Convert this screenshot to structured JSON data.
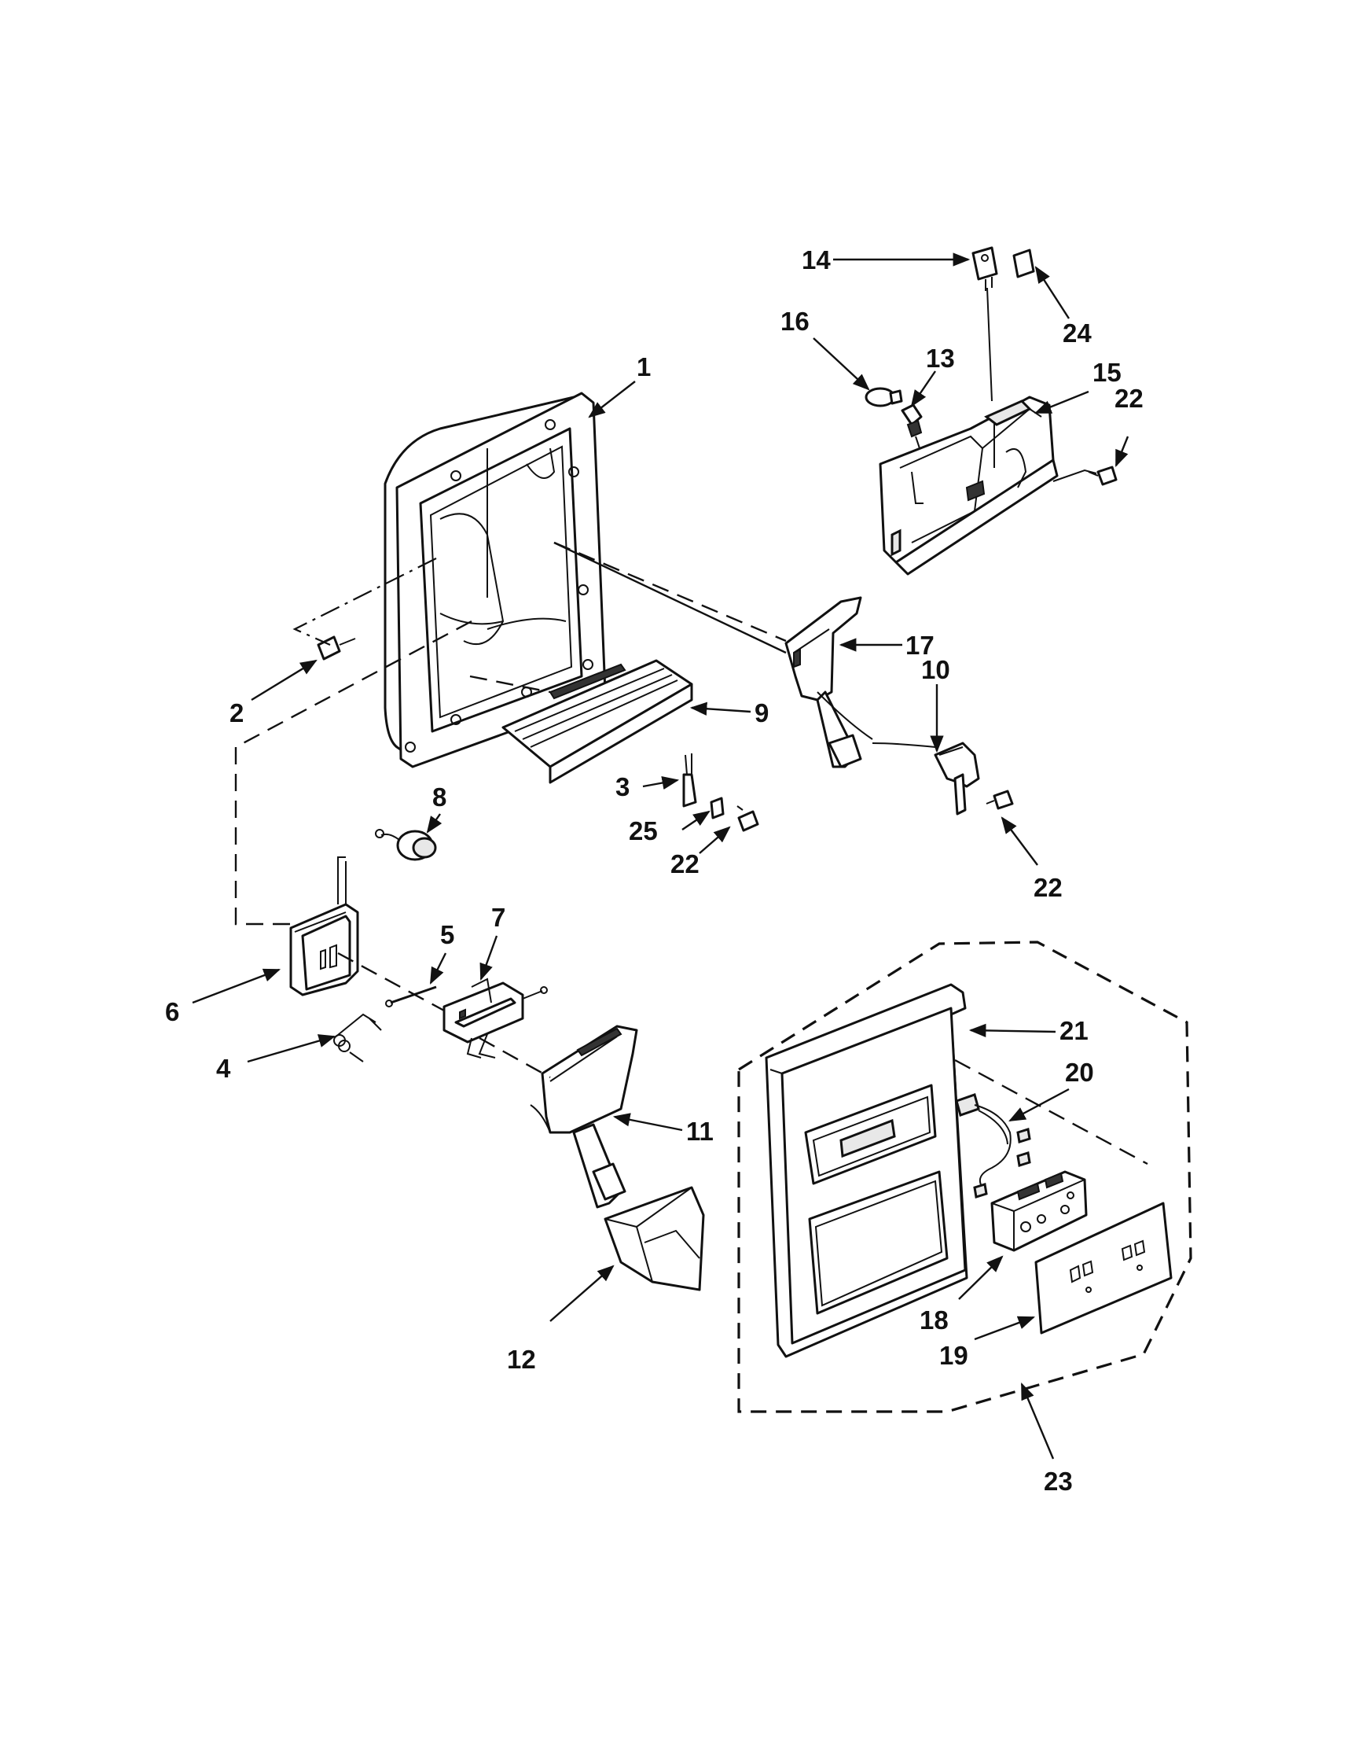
{
  "diagram": {
    "callouts": [
      {
        "id": "c1",
        "label": "1"
      },
      {
        "id": "c2",
        "label": "2"
      },
      {
        "id": "c3",
        "label": "3"
      },
      {
        "id": "c4",
        "label": "4"
      },
      {
        "id": "c5",
        "label": "5"
      },
      {
        "id": "c6",
        "label": "6"
      },
      {
        "id": "c7",
        "label": "7"
      },
      {
        "id": "c8",
        "label": "8"
      },
      {
        "id": "c9",
        "label": "9"
      },
      {
        "id": "c10",
        "label": "10"
      },
      {
        "id": "c11",
        "label": "11"
      },
      {
        "id": "c12",
        "label": "12"
      },
      {
        "id": "c13",
        "label": "13"
      },
      {
        "id": "c14",
        "label": "14"
      },
      {
        "id": "c15",
        "label": "15"
      },
      {
        "id": "c16",
        "label": "16"
      },
      {
        "id": "c17",
        "label": "17"
      },
      {
        "id": "c18",
        "label": "18"
      },
      {
        "id": "c19",
        "label": "19"
      },
      {
        "id": "c20",
        "label": "20"
      },
      {
        "id": "c21",
        "label": "21"
      },
      {
        "id": "c22a",
        "label": "22"
      },
      {
        "id": "c22b",
        "label": "22"
      },
      {
        "id": "c22c",
        "label": "22"
      },
      {
        "id": "c23",
        "label": "23"
      },
      {
        "id": "c24",
        "label": "24"
      },
      {
        "id": "c25",
        "label": "25"
      }
    ]
  }
}
